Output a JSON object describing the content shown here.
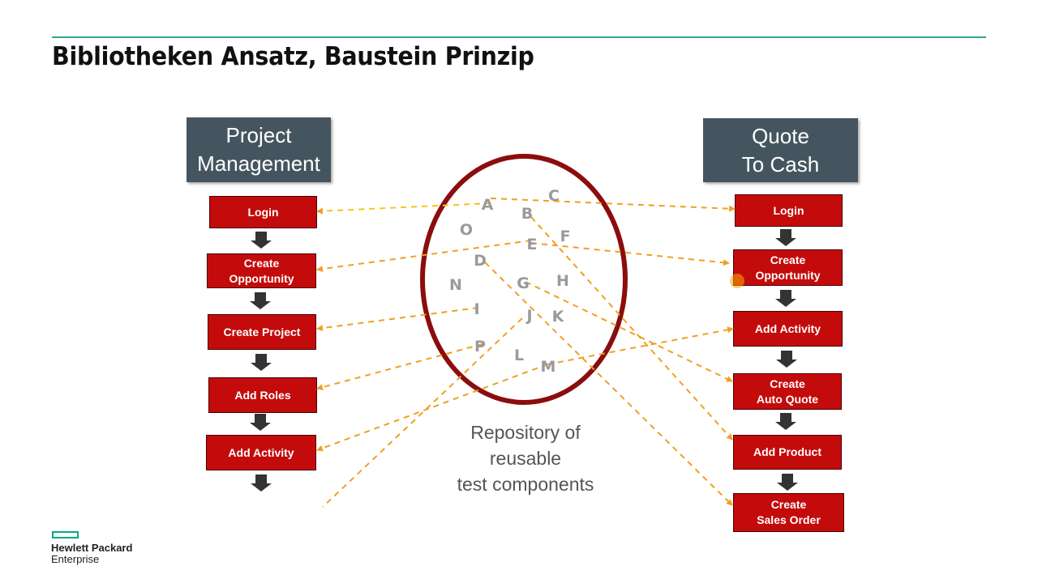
{
  "title": "Bibliotheken Ansatz, Baustein Prinzip",
  "left_header": "Project\nManagement",
  "right_header": "Quote\nTo Cash",
  "left_steps": [
    "Login",
    "Create\nOpportunity",
    "Create Project",
    "Add Roles",
    "Add Activity"
  ],
  "right_steps": [
    "Login",
    "Create\nOpportunity",
    "Add Activity",
    "Create\nAuto Quote",
    "Add Product",
    "Create\nSales Order"
  ],
  "repository_letters": [
    "A",
    "B",
    "C",
    "O",
    "E",
    "F",
    "D",
    "N",
    "G",
    "H",
    "I",
    "J",
    "K",
    "P",
    "L",
    "M"
  ],
  "repository_label": "Repository of\nreusable\ntest components",
  "logo": {
    "line1": "Hewlett Packard",
    "line2": "Enterprise"
  },
  "colors": {
    "accent_rule": "#2fa68e",
    "header_box": "#455560",
    "step_box": "#c40b0b",
    "repository_ring": "#8b0d0d",
    "link_arrows": "#f0a020",
    "logo_green": "#01a982"
  }
}
